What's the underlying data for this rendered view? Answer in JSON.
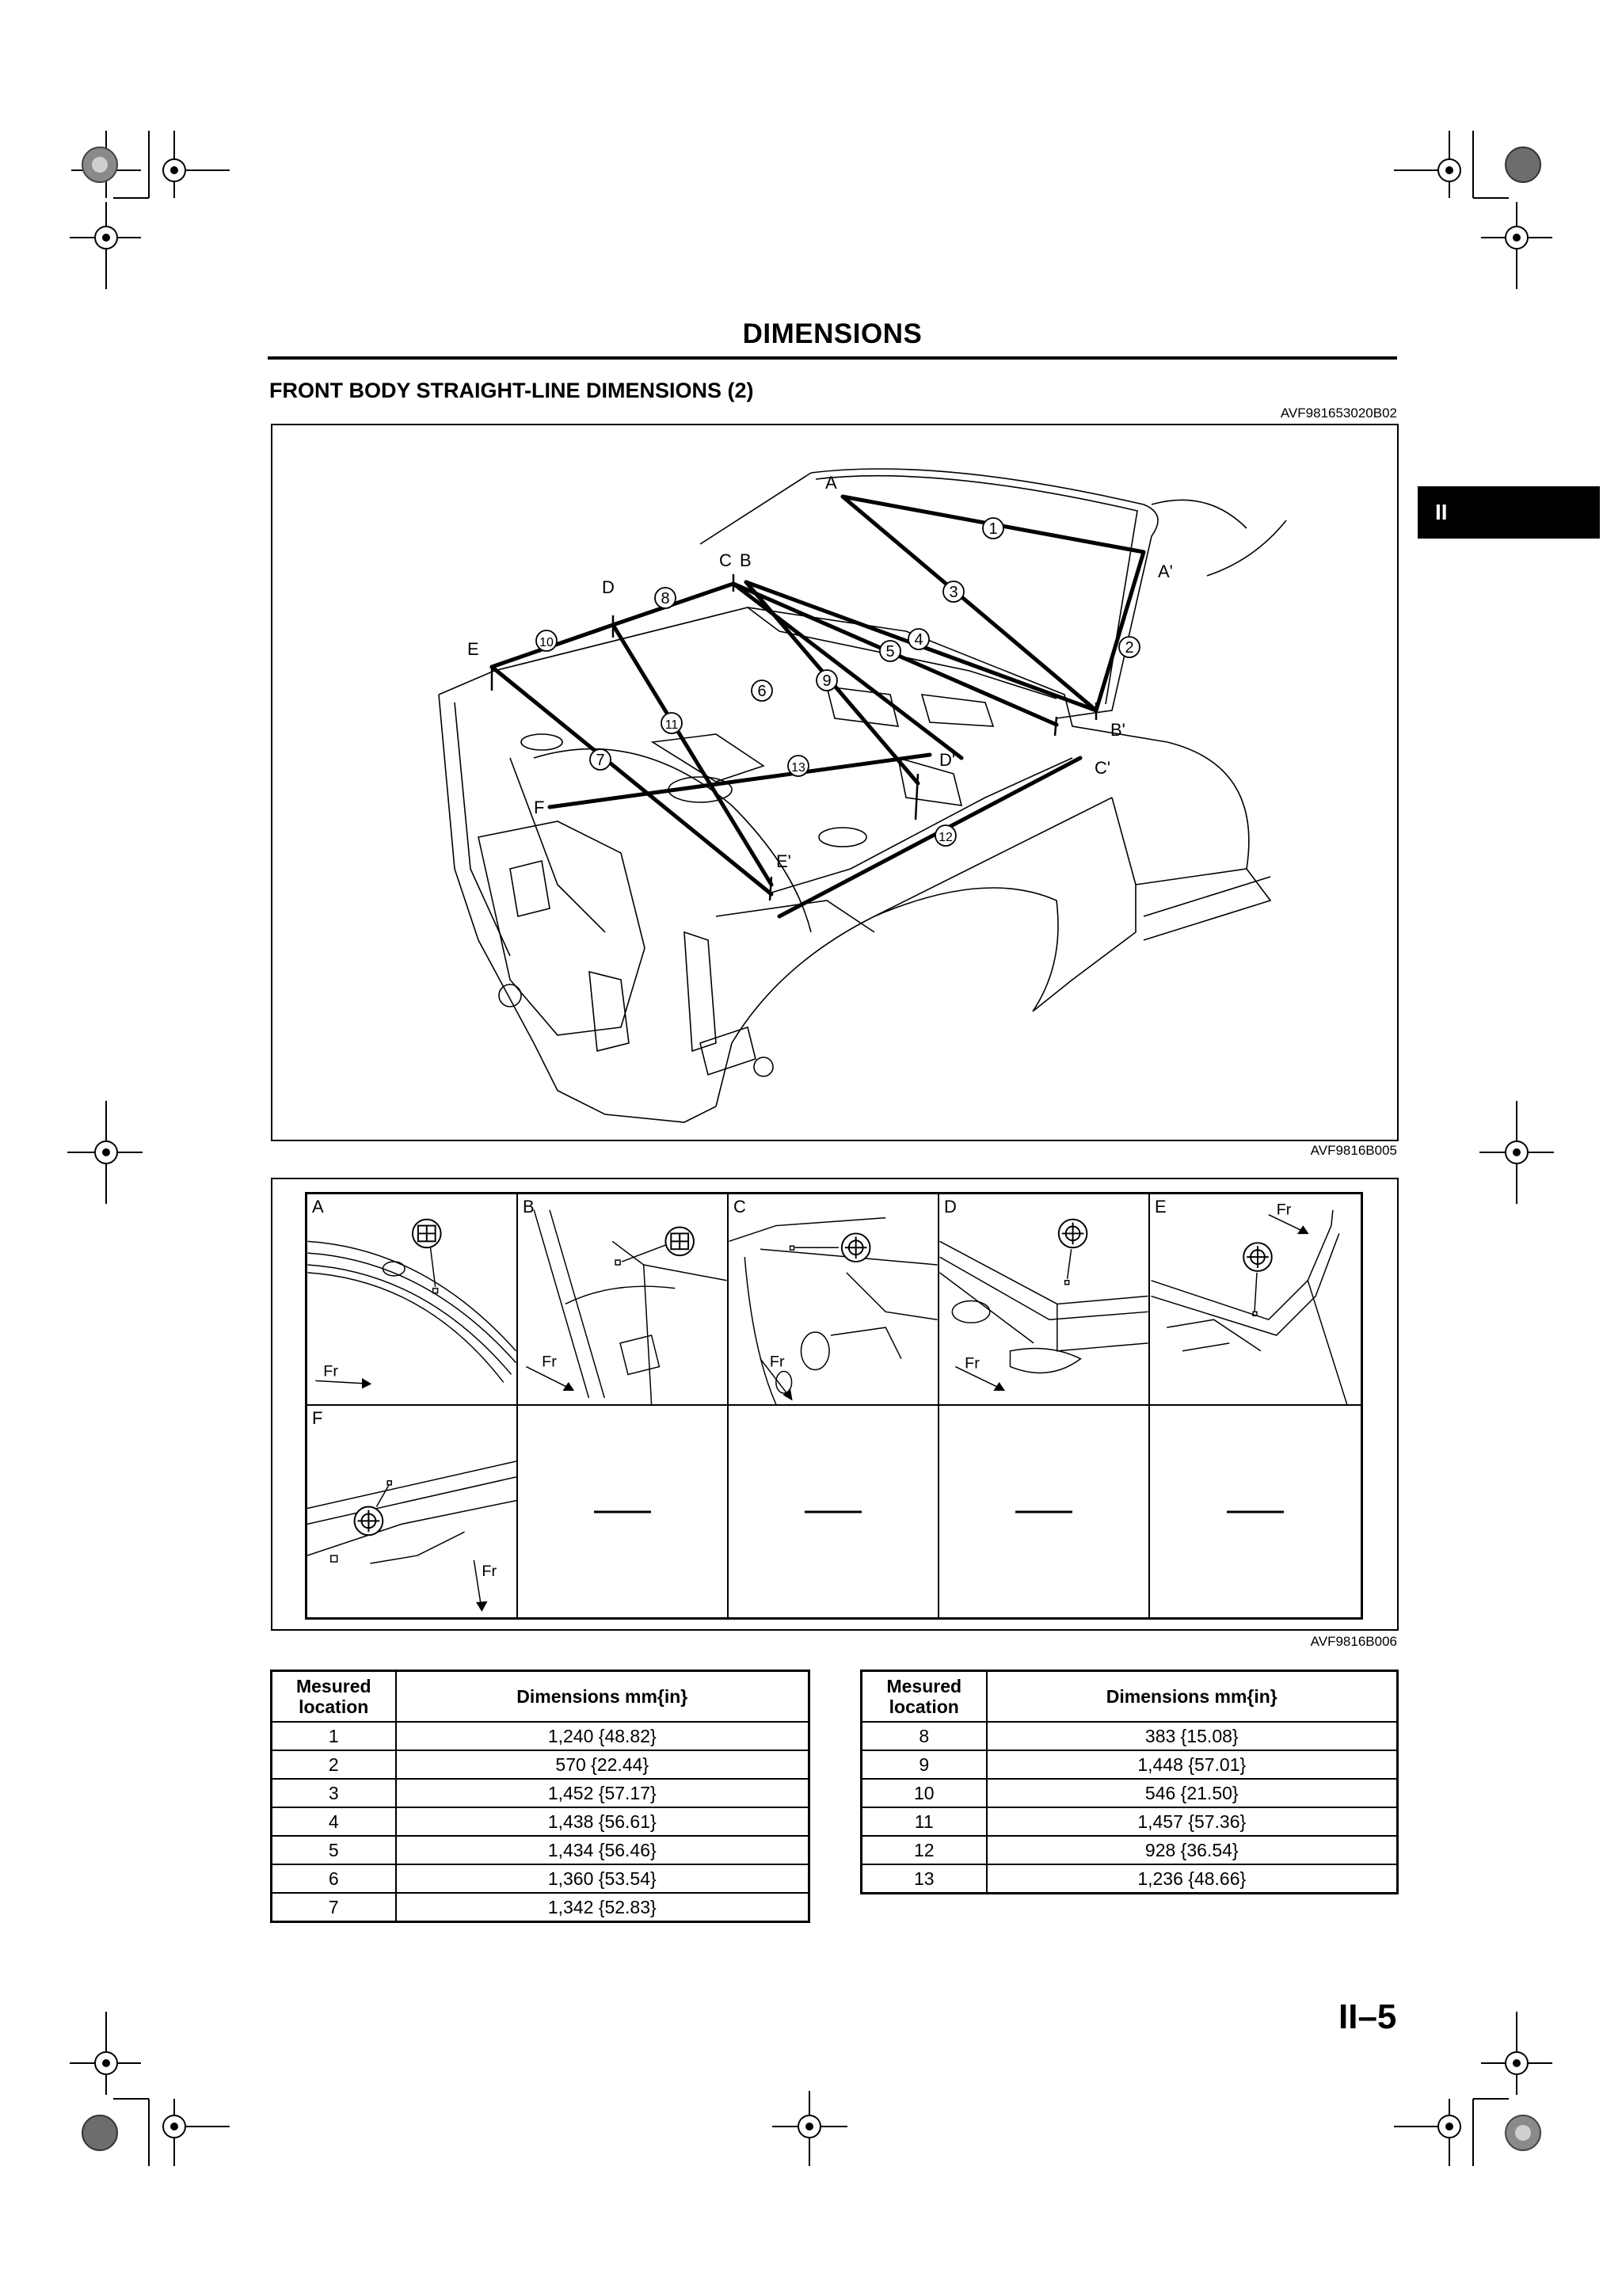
{
  "header": {
    "title": "DIMENSIONS"
  },
  "section": {
    "title": "FRONT BODY STRAIGHT-LINE DIMENSIONS (2)",
    "code": "AVF981653020B02"
  },
  "side_tab": {
    "label": "II"
  },
  "main_figure": {
    "caption": "AVF9816B005",
    "point_labels": [
      "A",
      "A'",
      "B",
      "B'",
      "C",
      "C'",
      "D",
      "D'",
      "E",
      "E'",
      "F"
    ],
    "measure_numbers": [
      "1",
      "2",
      "3",
      "4",
      "5",
      "6",
      "7",
      "8",
      "9",
      "10",
      "11",
      "12",
      "13"
    ]
  },
  "detail_figure": {
    "caption": "AVF9816B006",
    "cells": [
      {
        "letter": "A",
        "arrow": "Fr"
      },
      {
        "letter": "B",
        "arrow": "Fr"
      },
      {
        "letter": "C",
        "arrow": "Fr"
      },
      {
        "letter": "D",
        "arrow": "Fr"
      },
      {
        "letter": "E",
        "arrow": "Fr"
      },
      {
        "letter": "F",
        "arrow": "Fr"
      },
      {
        "letter": ""
      },
      {
        "letter": ""
      },
      {
        "letter": ""
      },
      {
        "letter": ""
      }
    ]
  },
  "table_left": {
    "headers": [
      "Mesured\nlocation",
      "Dimensions mm{in}"
    ],
    "rows": [
      [
        "1",
        "1,240 {48.82}"
      ],
      [
        "2",
        "570 {22.44}"
      ],
      [
        "3",
        "1,452 {57.17}"
      ],
      [
        "4",
        "1,438 {56.61}"
      ],
      [
        "5",
        "1,434 {56.46}"
      ],
      [
        "6",
        "1,360 {53.54}"
      ],
      [
        "7",
        "1,342 {52.83}"
      ]
    ]
  },
  "table_right": {
    "headers": [
      "Mesured\nlocation",
      "Dimensions mm{in}"
    ],
    "rows": [
      [
        "8",
        "383 {15.08}"
      ],
      [
        "9",
        "1,448 {57.01}"
      ],
      [
        "10",
        "546 {21.50}"
      ],
      [
        "11",
        "1,457 {57.36}"
      ],
      [
        "12",
        "928 {36.54}"
      ],
      [
        "13",
        "1,236 {48.66}"
      ]
    ]
  },
  "page_number": "II–5"
}
